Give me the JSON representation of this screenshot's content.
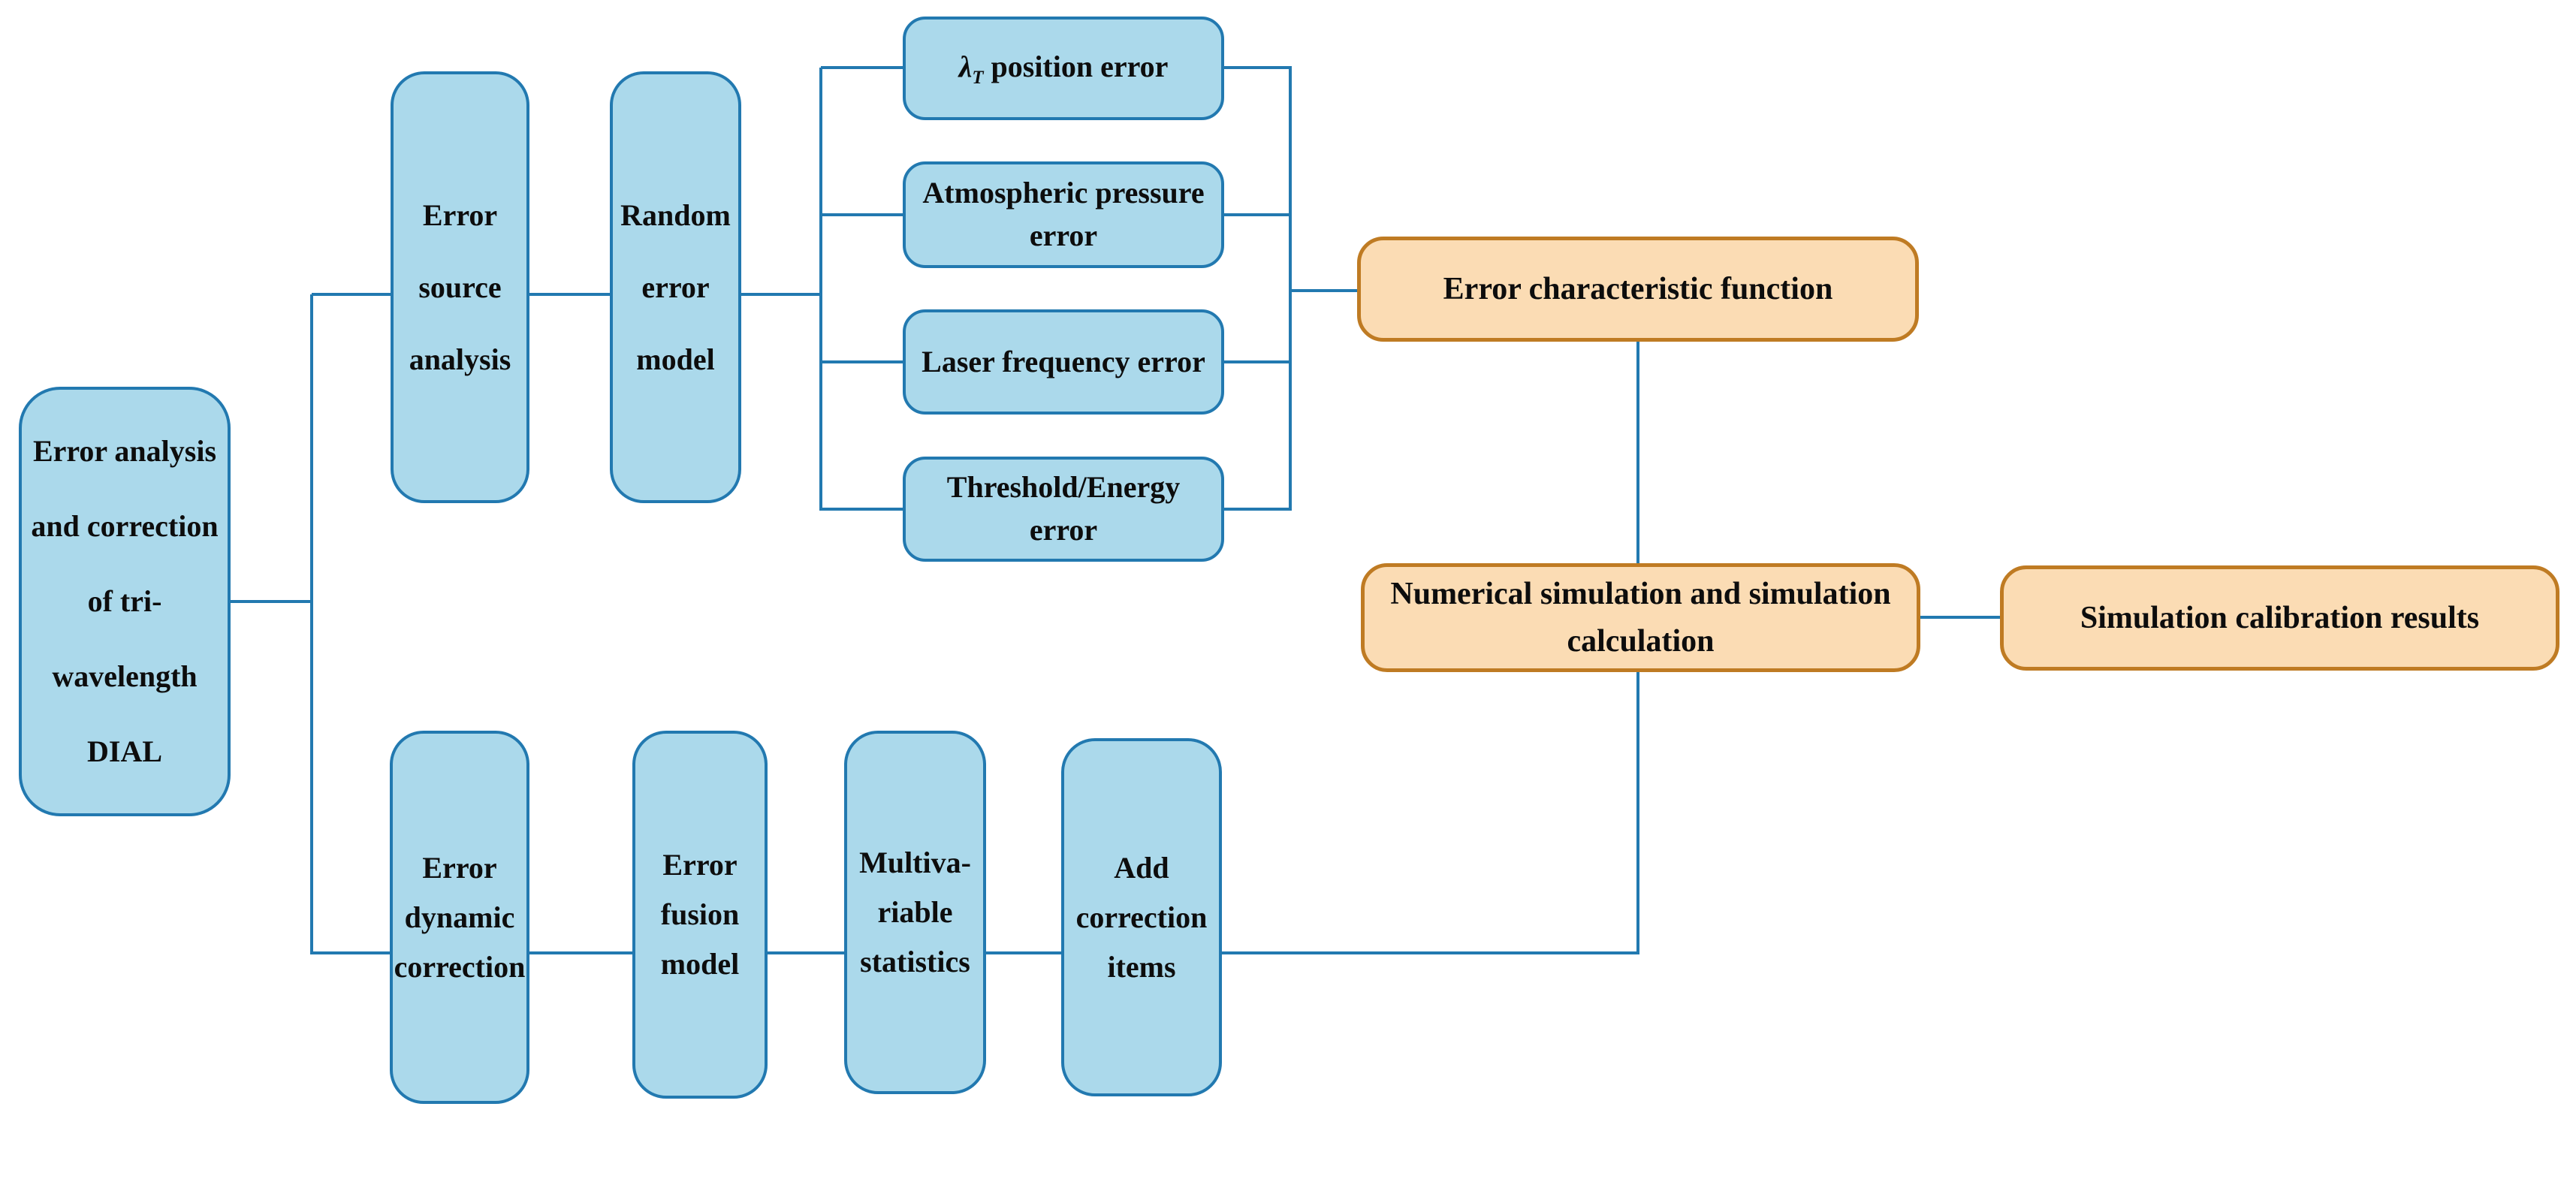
{
  "colors": {
    "blue_fill": "#abd9eb",
    "blue_border": "#2279b0",
    "orange_fill": "#fbdcb4",
    "orange_border": "#bf7b23",
    "line": "#2279b0",
    "text": "#0d0d0d"
  },
  "nodes": {
    "main": {
      "lines": [
        "Error analysis",
        "and correction",
        "of tri-",
        "wavelength",
        "DIAL"
      ]
    },
    "error_source_analysis": {
      "lines": [
        "Error",
        "source",
        "analysis"
      ]
    },
    "random_error_model": {
      "lines": [
        "Random",
        "error",
        "model"
      ]
    },
    "lambda_position_error": {
      "lines": [
        "λ_T position error"
      ]
    },
    "atmospheric_pressure_error": {
      "lines": [
        "Atmospheric pressure",
        "error"
      ]
    },
    "laser_frequency_error": {
      "lines": [
        "Laser frequency error"
      ]
    },
    "threshold_energy_error": {
      "lines": [
        "Threshold/Energy",
        "error"
      ]
    },
    "error_characteristic_function": {
      "lines": [
        "Error characteristic function"
      ]
    },
    "numerical_simulation": {
      "lines": [
        "Numerical simulation and simulation",
        "calculation"
      ]
    },
    "simulation_calibration_results": {
      "lines": [
        "Simulation calibration results"
      ]
    },
    "error_dynamic_correction": {
      "lines": [
        "Error",
        "dynamic",
        "correction"
      ]
    },
    "error_fusion_model": {
      "lines": [
        "Error",
        "fusion",
        "model"
      ]
    },
    "multivariable_statistics": {
      "lines": [
        "Multiva-",
        "riable",
        "statistics"
      ]
    },
    "add_correction_items": {
      "lines": [
        "Add",
        "correction",
        "items"
      ]
    }
  }
}
